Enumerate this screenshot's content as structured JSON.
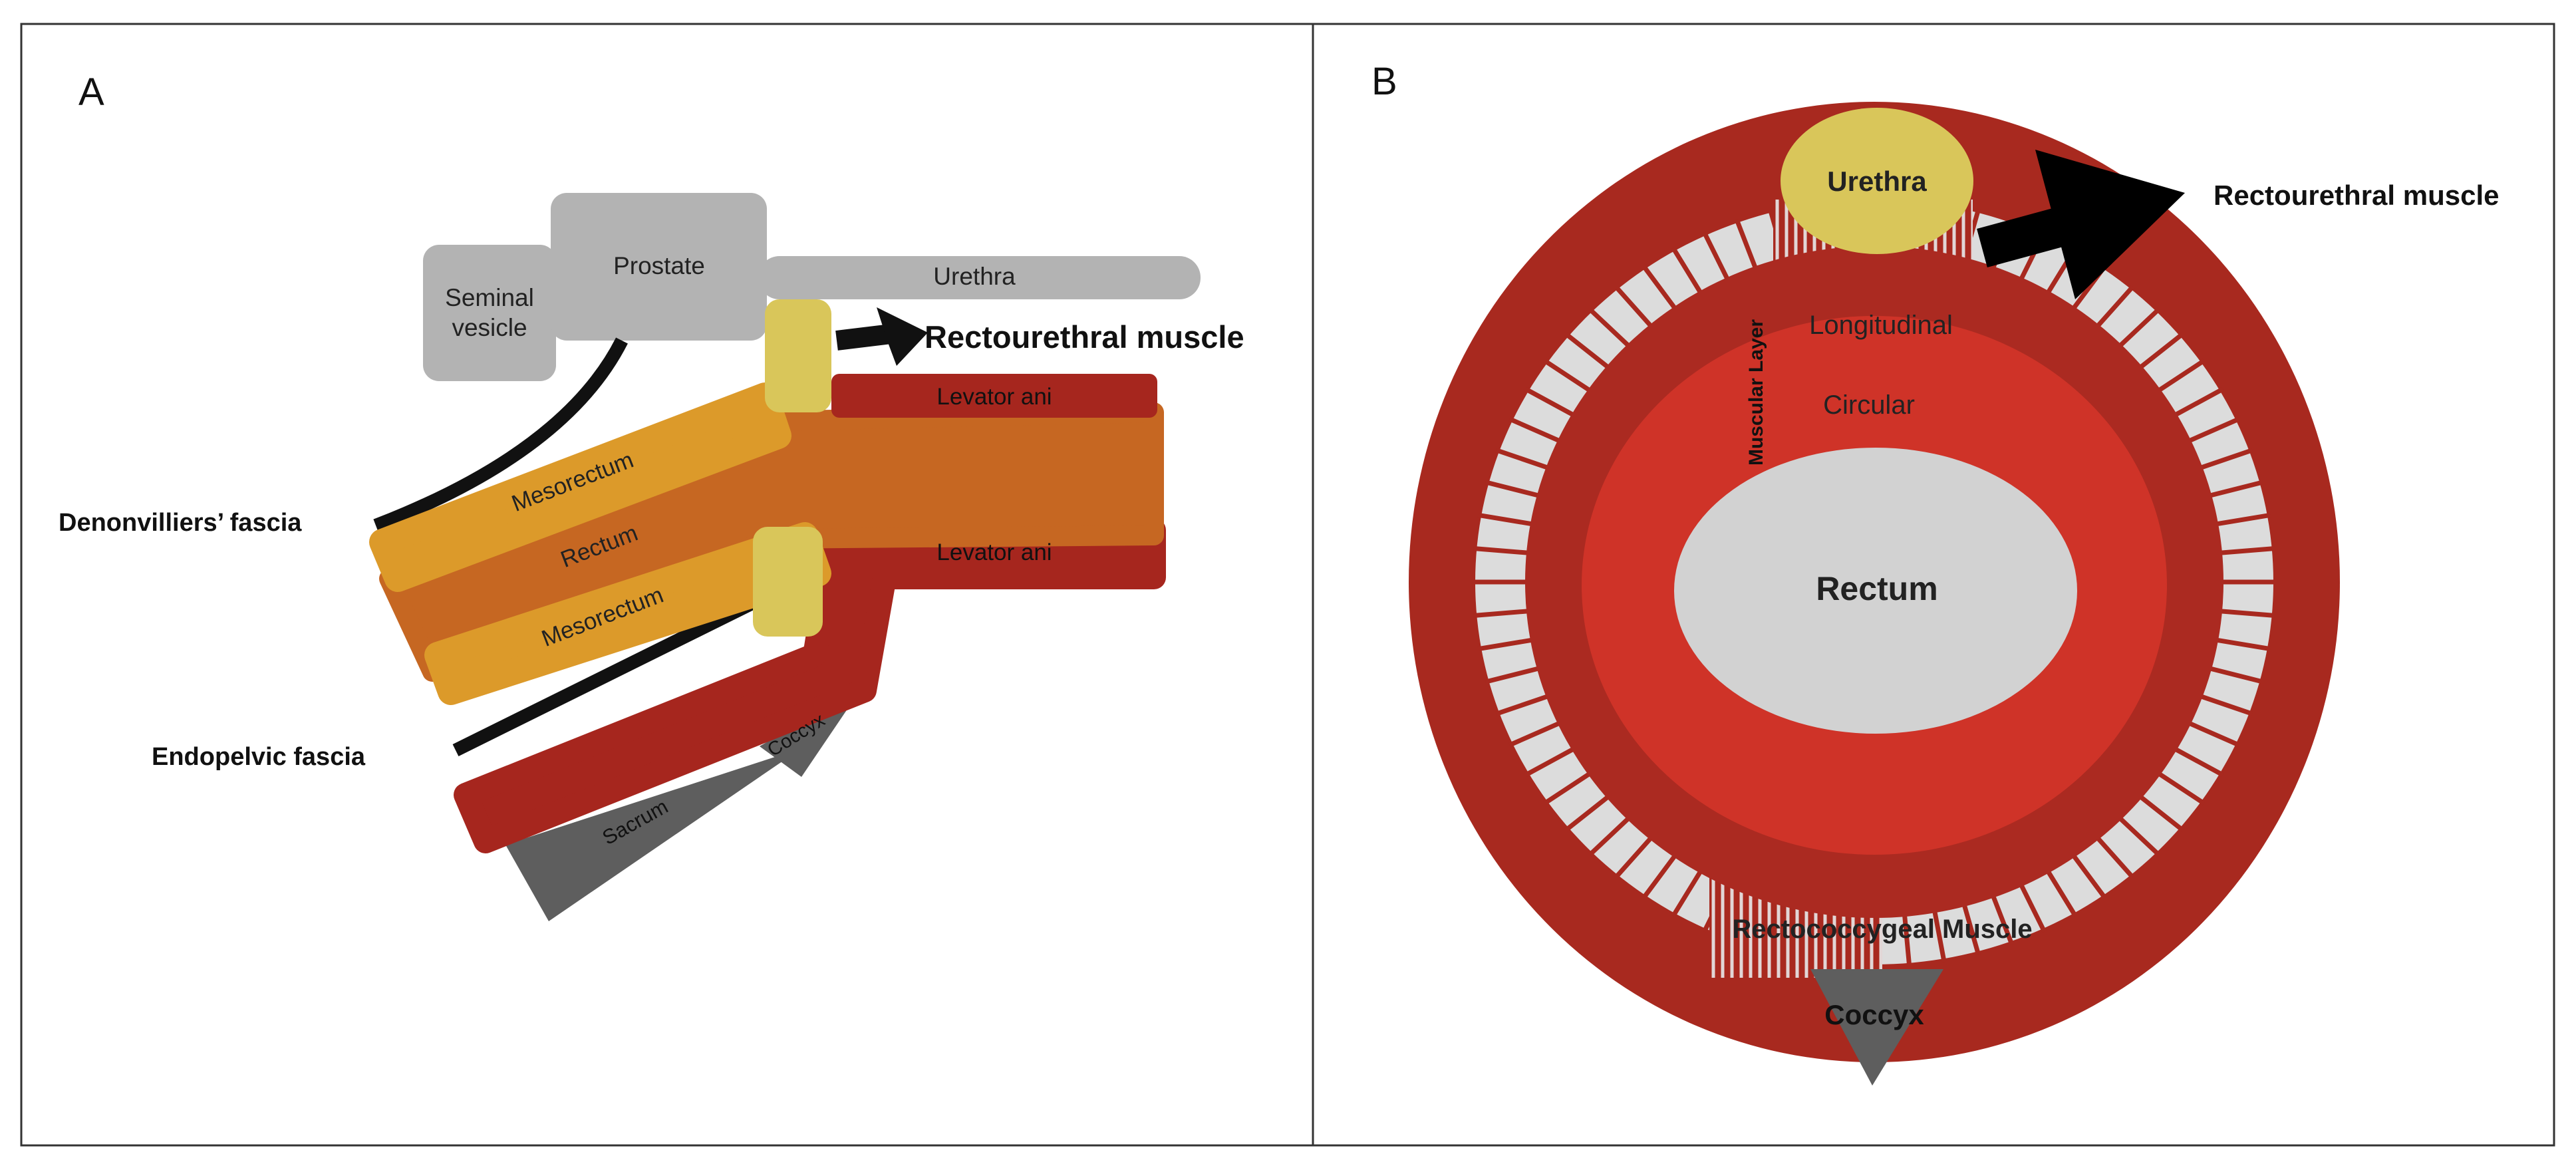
{
  "panels": {
    "a": {
      "letter": "A",
      "labels": {
        "seminal_vesicle_line1": "Seminal",
        "seminal_vesicle_line2": "vesicle",
        "prostate": "Prostate",
        "urethra": "Urethra",
        "rectourethral_muscle": "Rectourethral muscle",
        "levator_ani_upper": "Levator ani",
        "levator_ani_lower": "Levator ani",
        "mesorectum_upper": "Mesorectum",
        "rectum": "Rectum",
        "mesorectum_lower": "Mesorectum",
        "denonvilliers_fascia": "Denonvilliers’ fascia",
        "endopelvic_fascia": "Endopelvic fascia",
        "sacrum": "Sacrum",
        "coccyx": "Coccyx"
      }
    },
    "b": {
      "letter": "B",
      "labels": {
        "urethra": "Urethra",
        "rectourethral_muscle": "Rectourethral muscle",
        "longitudinal": "Longitudinal",
        "muscular_layer": "Muscular Layer",
        "circular": "Circular",
        "rectum": "Rectum",
        "rectococcygeal_muscle": "Rectococcygeal Muscle",
        "coccyx": "Coccyx"
      }
    }
  },
  "colors": {
    "grey_organ": "#b3b3b3",
    "mesorectum": "#dc9a2a",
    "rectum_tube": "#c66722",
    "muscle_dark_red": "#a6261e",
    "outer_ring": "#a8291f",
    "circular_layer": "#cf3328",
    "yellow": "#d9c65a",
    "bone_grey": "#5e5e5e",
    "stripe_light": "#dcdcdc"
  }
}
